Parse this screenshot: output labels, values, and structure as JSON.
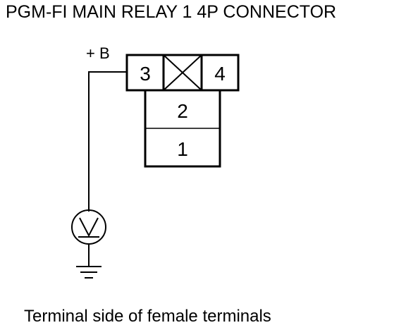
{
  "title": "PGM-FI MAIN RELAY 1 4P CONNECTOR",
  "caption": "Terminal side of female terminals",
  "probe_label": "+ B",
  "terminals": {
    "t3": "3",
    "t4": "4",
    "t2": "2",
    "t1": "1"
  },
  "meter_symbol": "V",
  "colors": {
    "line": "#000000",
    "background": "#ffffff"
  }
}
